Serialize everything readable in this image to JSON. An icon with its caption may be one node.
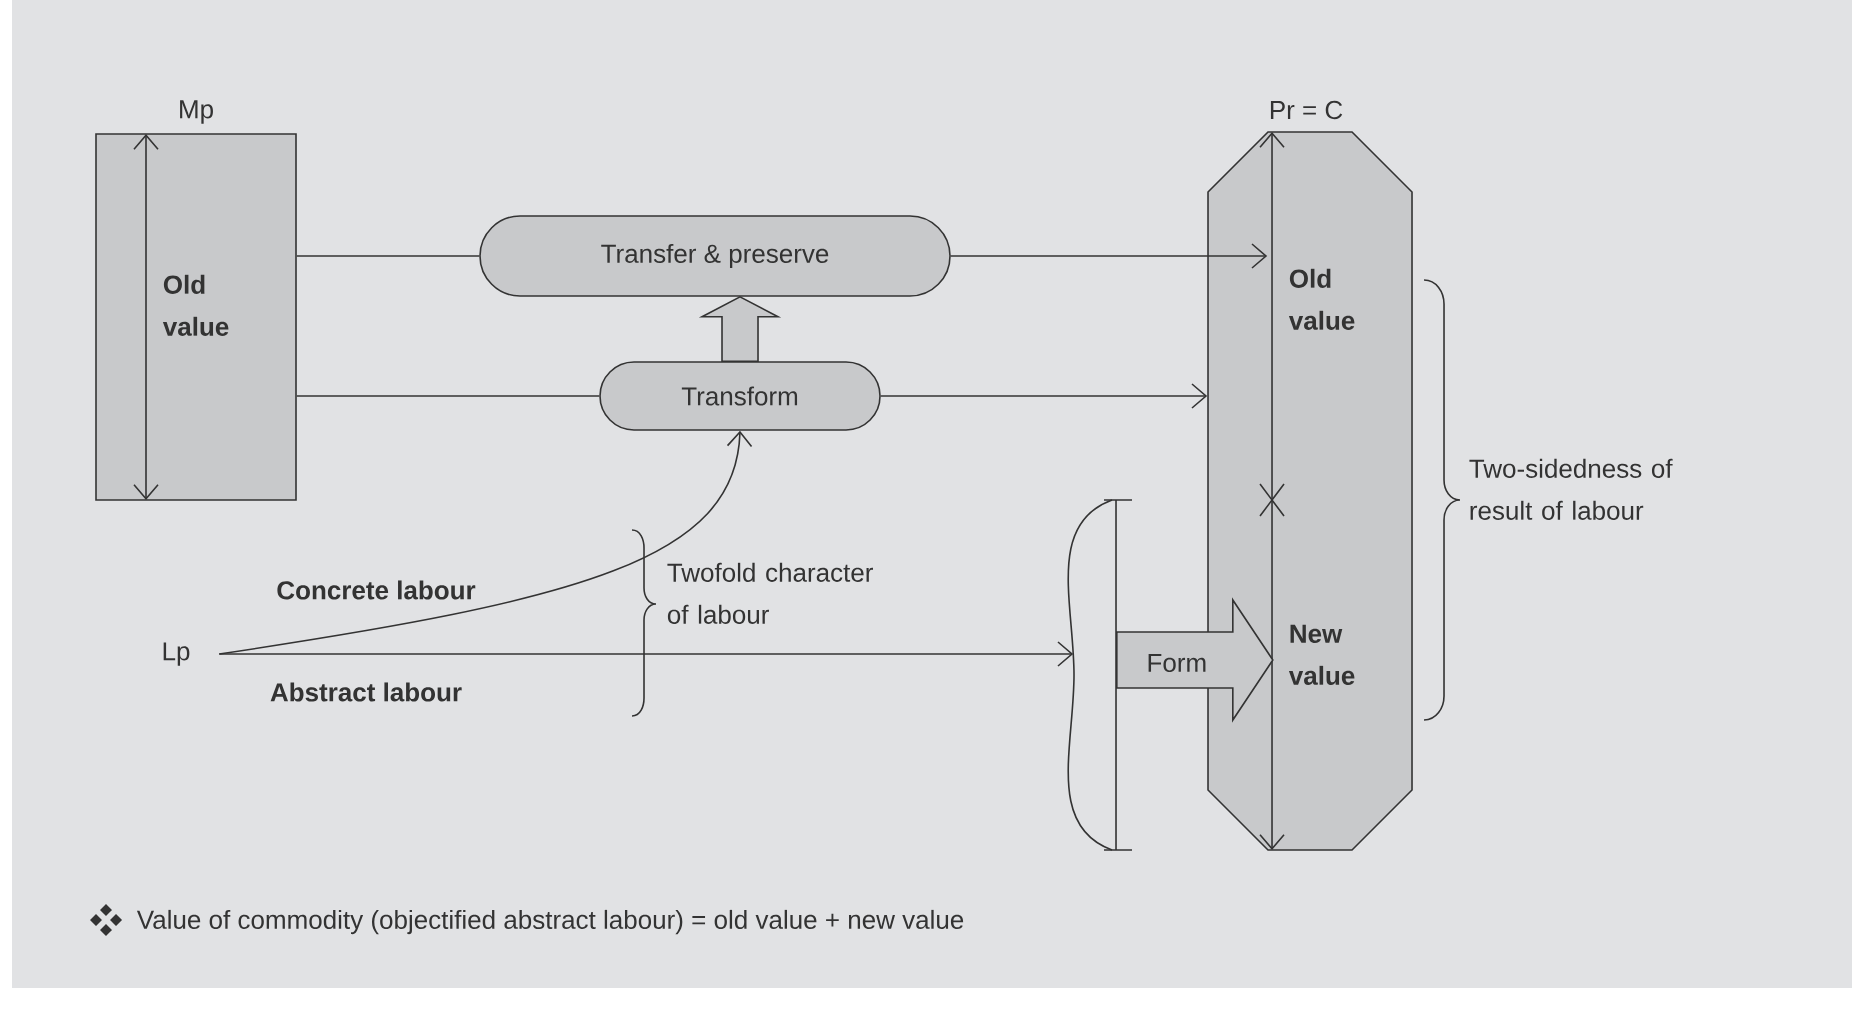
{
  "diagram": {
    "nodes": [
      {
        "text": [
          "Mp",
          "Old value"
        ]
      },
      {
        "text": [
          "Transfer & preserve"
        ]
      },
      {
        "text": [
          "Transform"
        ]
      },
      {
        "text": [
          "Pr = C",
          "Old value",
          "New value"
        ]
      },
      {
        "text": [
          "Lp"
        ]
      },
      {
        "text": [],
        "shape": "bracket"
      }
    ],
    "edges": [
      {
        "from": 0,
        "to": 1,
        "arrow": "none"
      },
      {
        "from": 1,
        "to": 3,
        "arrow": "to"
      },
      {
        "from": 0,
        "to": 2,
        "arrow": "none"
      },
      {
        "from": 2,
        "to": 3,
        "arrow": "to"
      },
      {
        "from": 2,
        "to": 1,
        "arrow": "to",
        "style": "thick"
      },
      {
        "from": 4,
        "to": 2,
        "arrow": "to",
        "label": "Concrete labour"
      },
      {
        "from": 4,
        "to": 5,
        "arrow": "to",
        "label": "Abstract labour"
      },
      {
        "from": 5,
        "to": 3,
        "arrow": "to",
        "style": "thick",
        "label": "Form"
      }
    ],
    "labels": [
      "Twofold character of labour",
      "Two-sidedness of result of labour",
      "Value of commodity (objectified abstract labour) = old value + new value"
    ]
  }
}
